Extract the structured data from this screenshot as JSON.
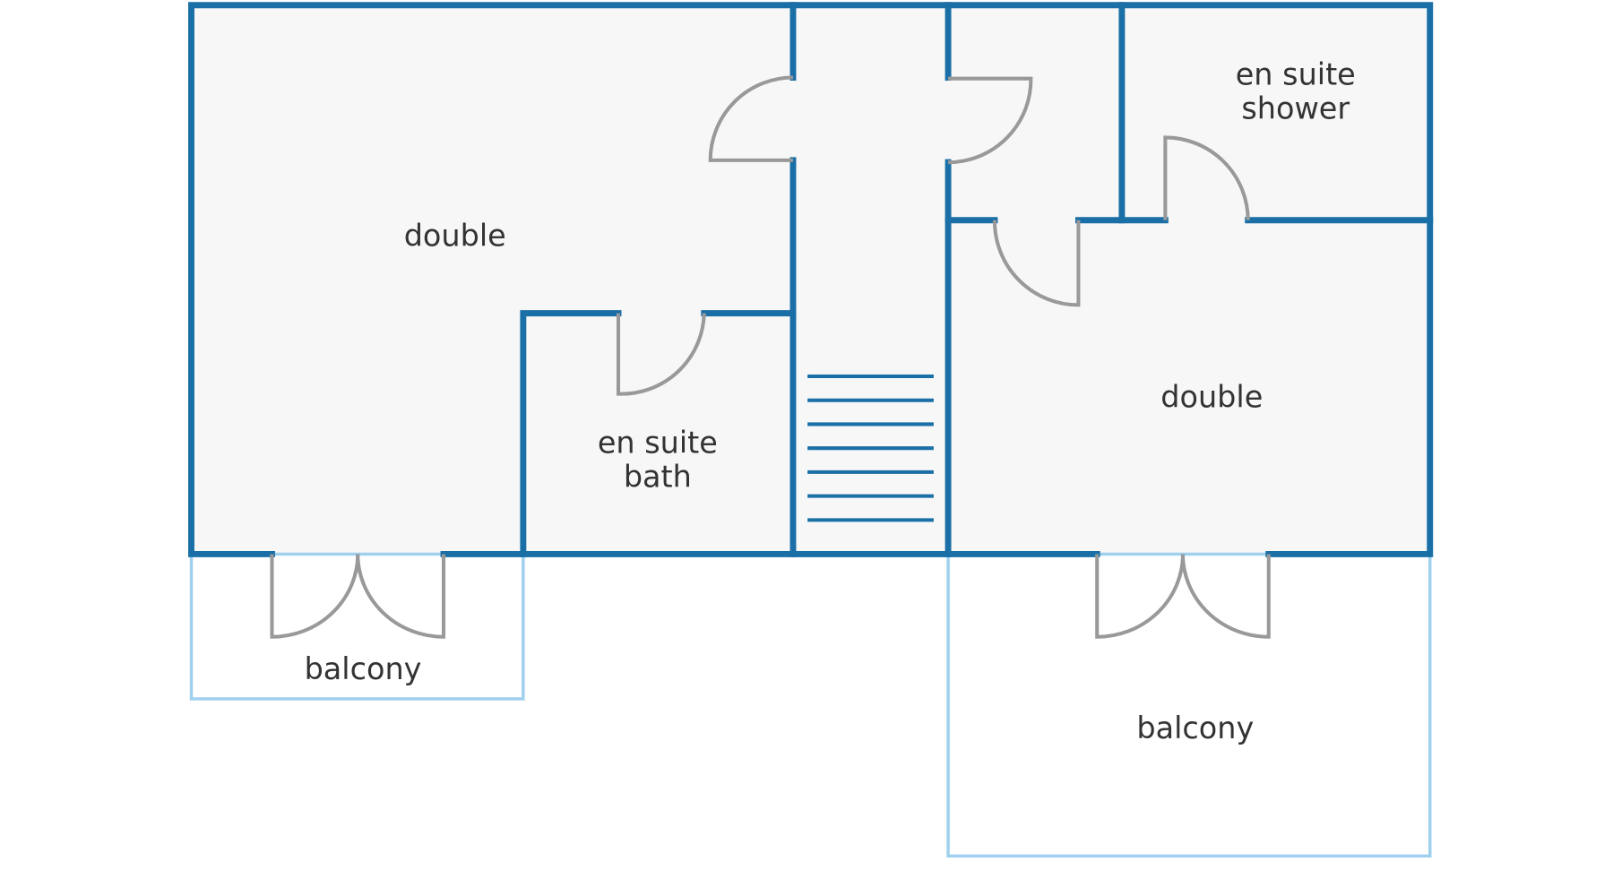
{
  "colors": {
    "wall": "#1a6fa6",
    "balcony": "#9fd0ee",
    "floor": "#f7f7f7",
    "door": "#999999"
  },
  "rooms": {
    "double_left": {
      "label": "double"
    },
    "en_suite_bath": {
      "line1": "en suite",
      "line2": "bath"
    },
    "en_suite_shower": {
      "line1": "en suite",
      "line2": "shower"
    },
    "double_right": {
      "label": "double"
    },
    "balcony_left": {
      "label": "balcony"
    },
    "balcony_right": {
      "label": "balcony"
    }
  },
  "stairs": {
    "steps": 7
  }
}
